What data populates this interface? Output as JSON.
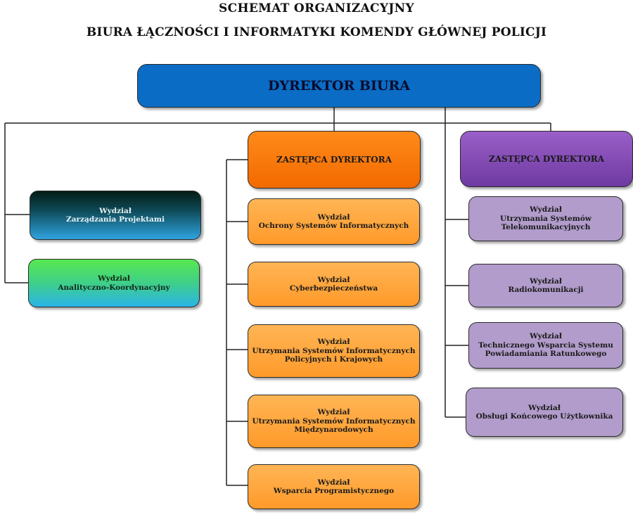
{
  "title_line1": "SCHEMAT ORGANIZACYJNY",
  "title_line2": "BIURA ŁĄCZNOŚCI I INFORMATYKI KOMENDY GŁÓWNEJ POLICJI",
  "director": "DYREKTOR BIURA",
  "deputy_left": "ZASTĘPCA DYREKTORA",
  "deputy_right": "ZASTĘPCA DYREKTORA",
  "left_units": [
    {
      "line1": "Wydział",
      "line2": "Zarządzania Projektami",
      "line3": ""
    },
    {
      "line1": "Wydział",
      "line2": "Analityczno-Koordynacyjny",
      "line3": ""
    }
  ],
  "middle_units": [
    {
      "line1": "Wydział",
      "line2": "Ochrony Systemów Informatycznych",
      "line3": ""
    },
    {
      "line1": "Wydział",
      "line2": "Cyberbezpieczeństwa",
      "line3": ""
    },
    {
      "line1": "Wydział",
      "line2": "Utrzymania Systemów Informatycznych",
      "line3": "Policyjnych i Krajowych"
    },
    {
      "line1": "Wydział",
      "line2": "Utrzymania Systemów Informatycznych",
      "line3": "Międzynarodowych"
    },
    {
      "line1": "Wydział",
      "line2": "Wsparcia Programistycznego",
      "line3": ""
    }
  ],
  "right_units": [
    {
      "line1": "Wydział",
      "line2": "Utrzymania Systemów",
      "line3": "Telekomunikacyjnych"
    },
    {
      "line1": "Wydział",
      "line2": "Radiokomunikacji",
      "line3": ""
    },
    {
      "line1": "Wydział",
      "line2": "Technicznego Wsparcia Systemu",
      "line3": "Powiadamiania Ratunkowego"
    },
    {
      "line1": "Wydział",
      "line2": "Obsługi Końcowego Użytkownika",
      "line3": ""
    }
  ]
}
